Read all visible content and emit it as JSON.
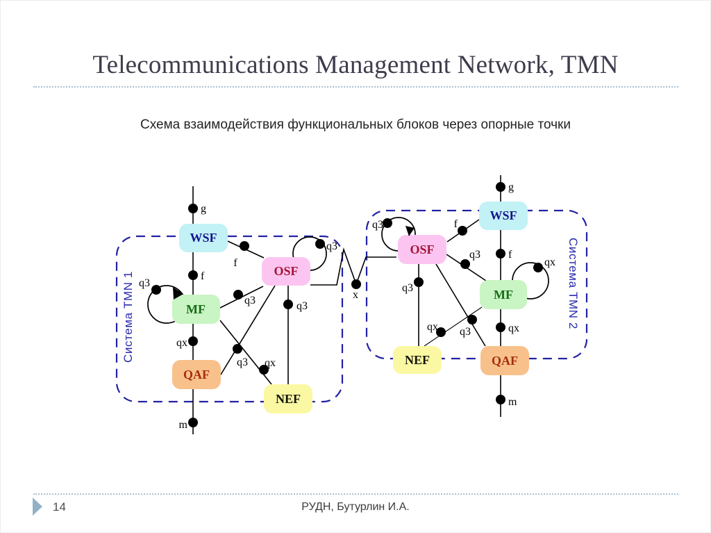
{
  "slide": {
    "title": "Telecommunications Management Network, TMN",
    "subtitle": "Схема взаимодействия функциональных блоков через опорные точки",
    "footer": {
      "page_number": "14",
      "credit": "РУДН, Бутурлин И.А."
    }
  },
  "diagram": {
    "systems": [
      {
        "label": "Система TMN 1"
      },
      {
        "label": "Система TMN 2"
      }
    ],
    "block_labels": {
      "wsf": "WSF",
      "osf": "OSF",
      "mf": "MF",
      "qaf": "QAF",
      "nef": "NEF"
    },
    "ref_points": {
      "g": "g",
      "f": "f",
      "q3": "q3",
      "qx": "qx",
      "m": "m",
      "x": "x"
    }
  },
  "colors": {
    "block_fill": {
      "wsf": "#c2f1f6",
      "osf": "#fcc5f1",
      "mf": "#c9f4c3",
      "qaf": "#f8c18c",
      "nef": "#fbf8a3"
    },
    "block_text": {
      "wsf": "#15158d",
      "osf": "#a31335",
      "mf": "#156d15",
      "qaf": "#a62d0e",
      "nef": "#14140a"
    },
    "system_border": "#2121a3",
    "system_label": "#2a2aad",
    "connector": "#000000",
    "separator_dotted_line": "#a9bfd2",
    "footer_arrow": "#93b1c6"
  }
}
